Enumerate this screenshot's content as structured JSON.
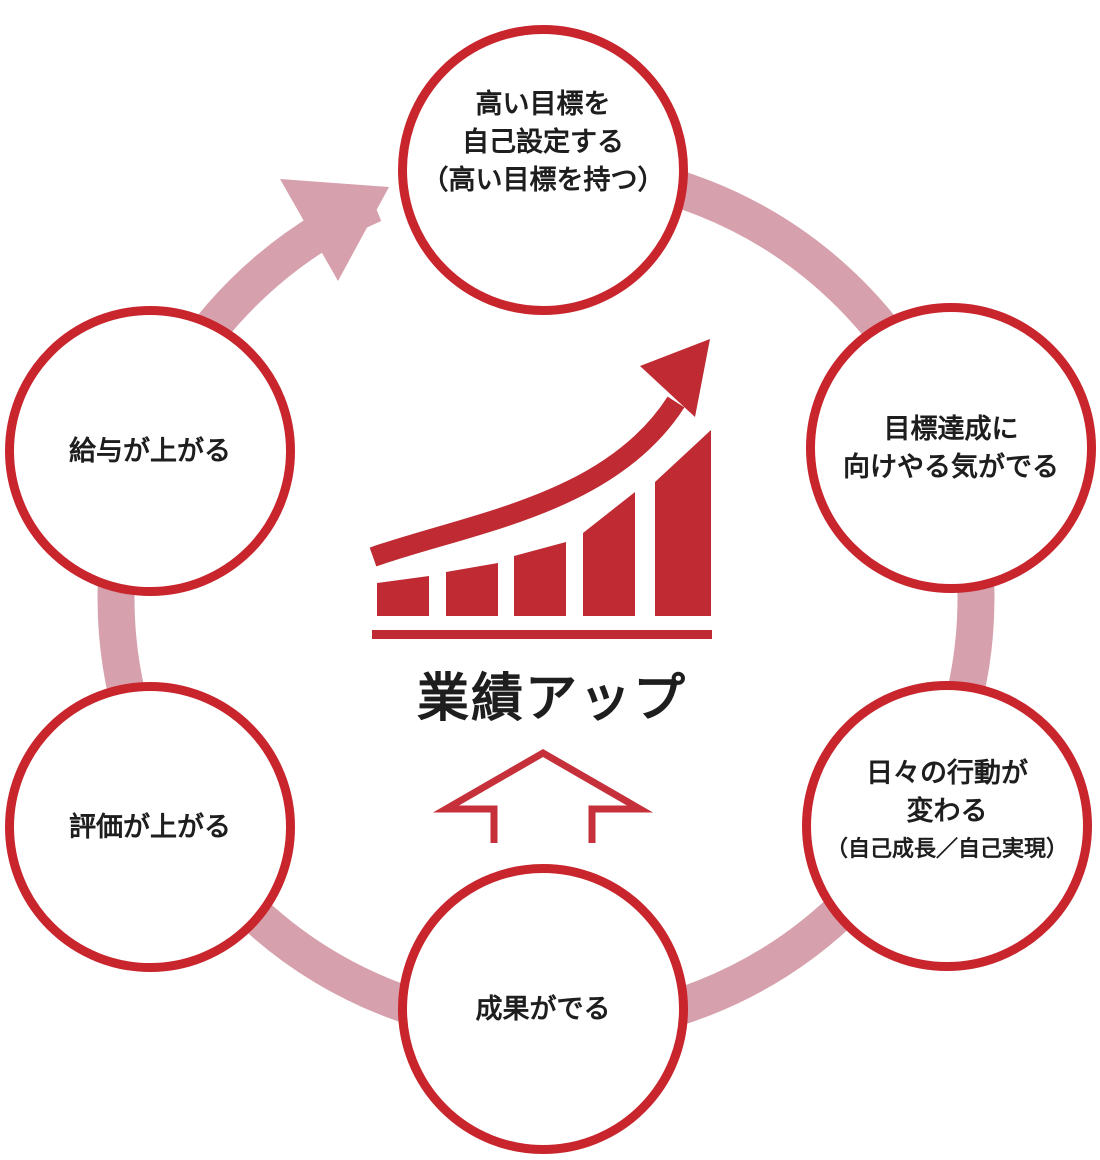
{
  "diagram": {
    "title_center": "業績アップ",
    "flow_direction": "clockwise",
    "colors": {
      "circle_stroke_red": "#C8252D",
      "icon_red": "#BF2A33",
      "up_arrow_red": "#C5303A",
      "ring_pink": "#D6A1AD",
      "text": "#1E1E1E",
      "background": "#FFFFFF"
    },
    "icons": {
      "center": "growth-bar-chart-arrow-icon",
      "ring": "ring-flow-arrowhead-icon",
      "below_center": "up-arrow-outline-icon"
    },
    "nodes": [
      {
        "id": "high-goals",
        "lines": [
          "高い目標を",
          "自己設定する",
          "（高い目標を持つ）"
        ]
      },
      {
        "id": "motivation",
        "lines": [
          "目標達成に",
          "向けやる気がでる"
        ]
      },
      {
        "id": "daily-actions",
        "lines": [
          "日々の行動が",
          "変わる",
          "（自己成長／自己実現）"
        ]
      },
      {
        "id": "results",
        "lines": [
          "成果がでる"
        ]
      },
      {
        "id": "evaluation",
        "lines": [
          "評価が上がる"
        ]
      },
      {
        "id": "salary",
        "lines": [
          "給与が上がる"
        ]
      }
    ]
  }
}
